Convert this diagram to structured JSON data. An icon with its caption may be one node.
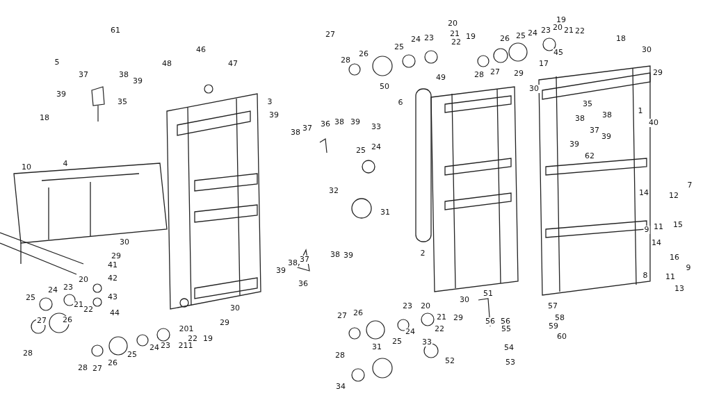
{
  "diagram": {
    "labels": [
      "61",
      "5",
      "37",
      "38",
      "39",
      "39",
      "35",
      "18",
      "46",
      "48",
      "47",
      "3",
      "39",
      "10",
      "4",
      "27",
      "26",
      "25",
      "24",
      "23",
      "20",
      "21",
      "19",
      "22",
      "28",
      "50",
      "49",
      "6",
      "19",
      "20",
      "21",
      "22",
      "26",
      "25",
      "24",
      "23",
      "45",
      "18",
      "30",
      "17",
      "28",
      "27",
      "29",
      "29",
      "30",
      "35",
      "1",
      "38",
      "38",
      "37",
      "40",
      "39",
      "39",
      "62",
      "36",
      "38",
      "39",
      "37",
      "38",
      "33",
      "24",
      "25",
      "32",
      "31",
      "2",
      "7",
      "14",
      "12",
      "11",
      "9",
      "15",
      "14",
      "16",
      "9",
      "8",
      "11",
      "13",
      "30",
      "29",
      "41",
      "20",
      "42",
      "43",
      "24",
      "23",
      "21",
      "22",
      "25",
      "44",
      "27",
      "26",
      "28",
      "201",
      "22",
      "19",
      "211",
      "28",
      "27",
      "26",
      "25",
      "24",
      "23",
      "29",
      "30",
      "38",
      "37",
      "38",
      "39",
      "39",
      "36",
      "51",
      "30",
      "29",
      "20",
      "21",
      "22",
      "23",
      "27",
      "26",
      "24",
      "25",
      "28",
      "31",
      "33",
      "52",
      "34",
      "56",
      "56",
      "55",
      "54",
      "53",
      "57",
      "58",
      "59",
      "60"
    ]
  }
}
